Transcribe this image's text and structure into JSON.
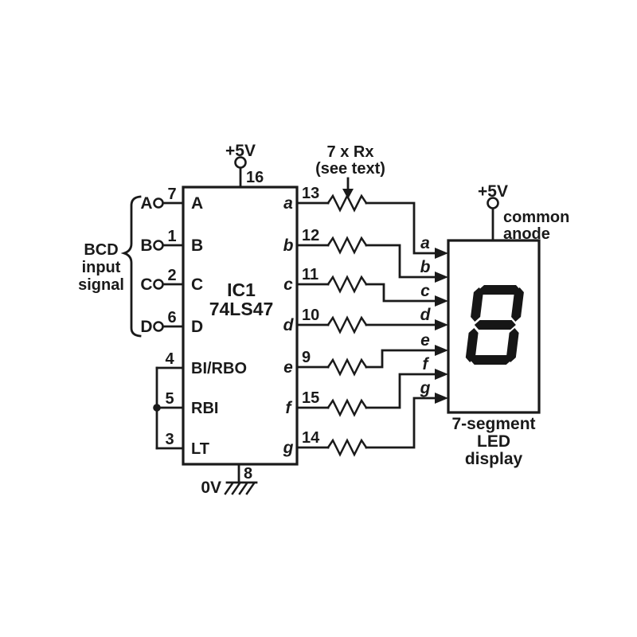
{
  "colors": {
    "ink": "#1a1a1a",
    "paper": "#ffffff"
  },
  "labels": {
    "bcd": [
      "BCD",
      "input",
      "signal"
    ],
    "resistor_note": [
      "7 x Rx",
      "(see text)"
    ]
  },
  "ic": {
    "ref": "IC1",
    "part": "74LS47",
    "vcc_label": "+5V",
    "vcc_pin": "16",
    "gnd_label": "0V",
    "gnd_pin": "8",
    "inputs": [
      {
        "name": "A",
        "pin": "7"
      },
      {
        "name": "B",
        "pin": "1"
      },
      {
        "name": "C",
        "pin": "2"
      },
      {
        "name": "D",
        "pin": "6"
      }
    ],
    "controls": [
      {
        "name": "BI/RBO",
        "pin": "4"
      },
      {
        "name": "RBI",
        "pin": "5"
      },
      {
        "name": "LT",
        "pin": "3"
      }
    ],
    "outputs": [
      {
        "name": "a",
        "pin": "13"
      },
      {
        "name": "b",
        "pin": "12"
      },
      {
        "name": "c",
        "pin": "11"
      },
      {
        "name": "d",
        "pin": "10"
      },
      {
        "name": "e",
        "pin": "9"
      },
      {
        "name": "f",
        "pin": "15"
      },
      {
        "name": "g",
        "pin": "14"
      }
    ]
  },
  "display": {
    "vcc_label": "+5V",
    "anode": [
      "common",
      "anode"
    ],
    "caption": [
      "7-segment",
      "LED",
      "display"
    ],
    "inputs": [
      "a",
      "b",
      "c",
      "d",
      "e",
      "f",
      "g"
    ],
    "digit": "8",
    "segments_lit": [
      "A",
      "B",
      "C",
      "D",
      "E",
      "F",
      "G"
    ]
  }
}
